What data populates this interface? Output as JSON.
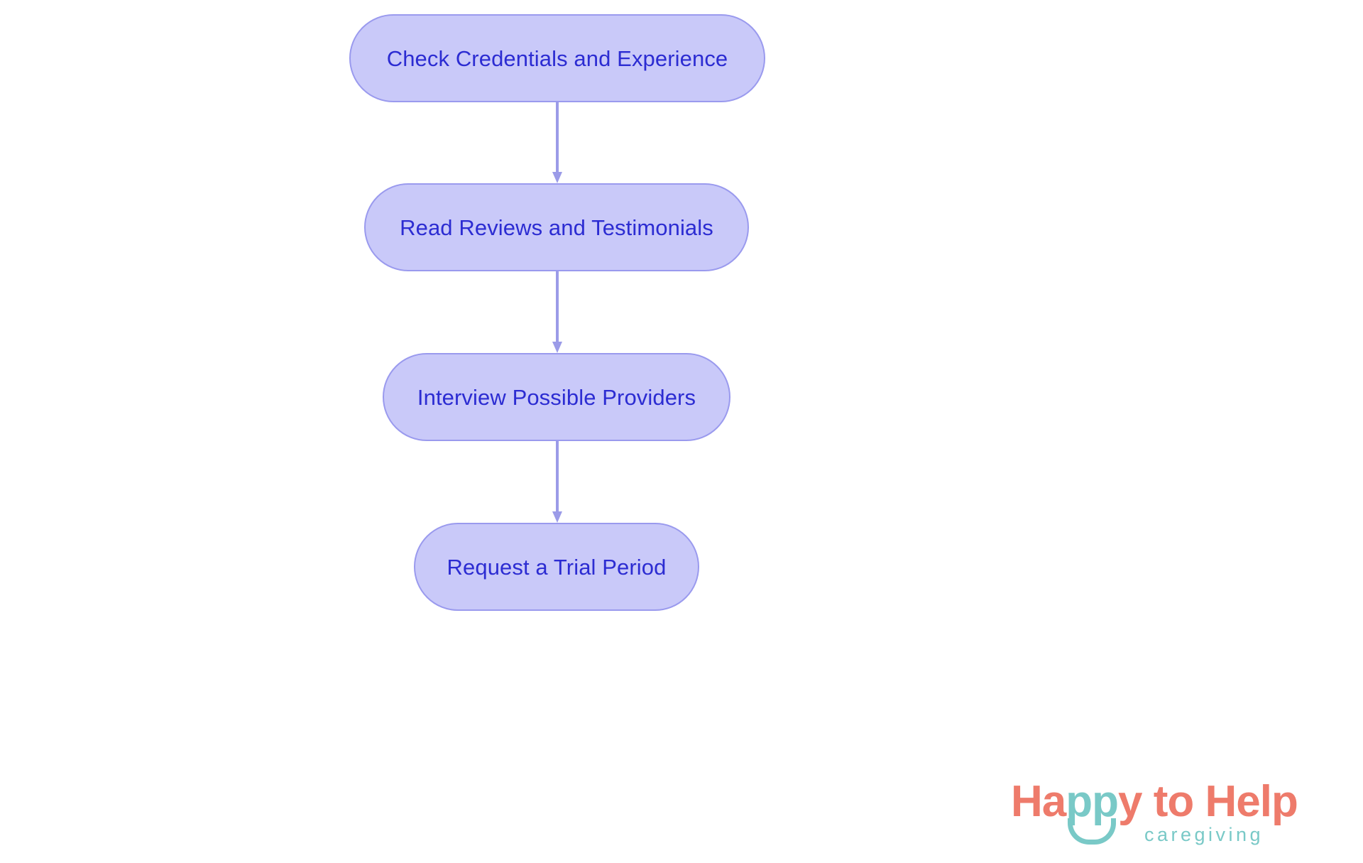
{
  "chart_data": {
    "type": "diagram",
    "diagram_kind": "flowchart",
    "title": "",
    "orientation": "top-to-bottom",
    "nodes": [
      {
        "id": "n0",
        "label": "Check Credentials and Experience",
        "shape": "stadium",
        "order": 1
      },
      {
        "id": "n1",
        "label": "Read Reviews and Testimonials",
        "shape": "stadium",
        "order": 2
      },
      {
        "id": "n2",
        "label": "Interview Possible Providers",
        "shape": "stadium",
        "order": 3
      },
      {
        "id": "n3",
        "label": "Request a Trial Period",
        "shape": "stadium",
        "order": 4
      }
    ],
    "edges": [
      {
        "from": "n0",
        "to": "n1",
        "label": "",
        "arrow": "single"
      },
      {
        "from": "n1",
        "to": "n2",
        "label": "",
        "arrow": "single"
      },
      {
        "from": "n2",
        "to": "n3",
        "label": "",
        "arrow": "single"
      }
    ],
    "legend": [],
    "colors": {
      "node_fill": "#c9c9f9",
      "node_border": "#9a9aee",
      "node_text": "#2c2cd2",
      "edge": "#9b9be8",
      "background": "#ffffff",
      "brand_coral": "#ee7b6b",
      "brand_teal": "#79c9c7"
    }
  },
  "flowchart": {
    "nodes": [
      {
        "label": "Check Credentials and Experience"
      },
      {
        "label": "Read Reviews and Testimonials"
      },
      {
        "label": "Interview Possible Providers"
      },
      {
        "label": "Request a Trial Period"
      }
    ]
  },
  "logo": {
    "word_1": "Ha",
    "word_2": "pp",
    "word_3": "y to Help",
    "tagline": "caregiving",
    "full_name": "Happy to Help caregiving"
  }
}
